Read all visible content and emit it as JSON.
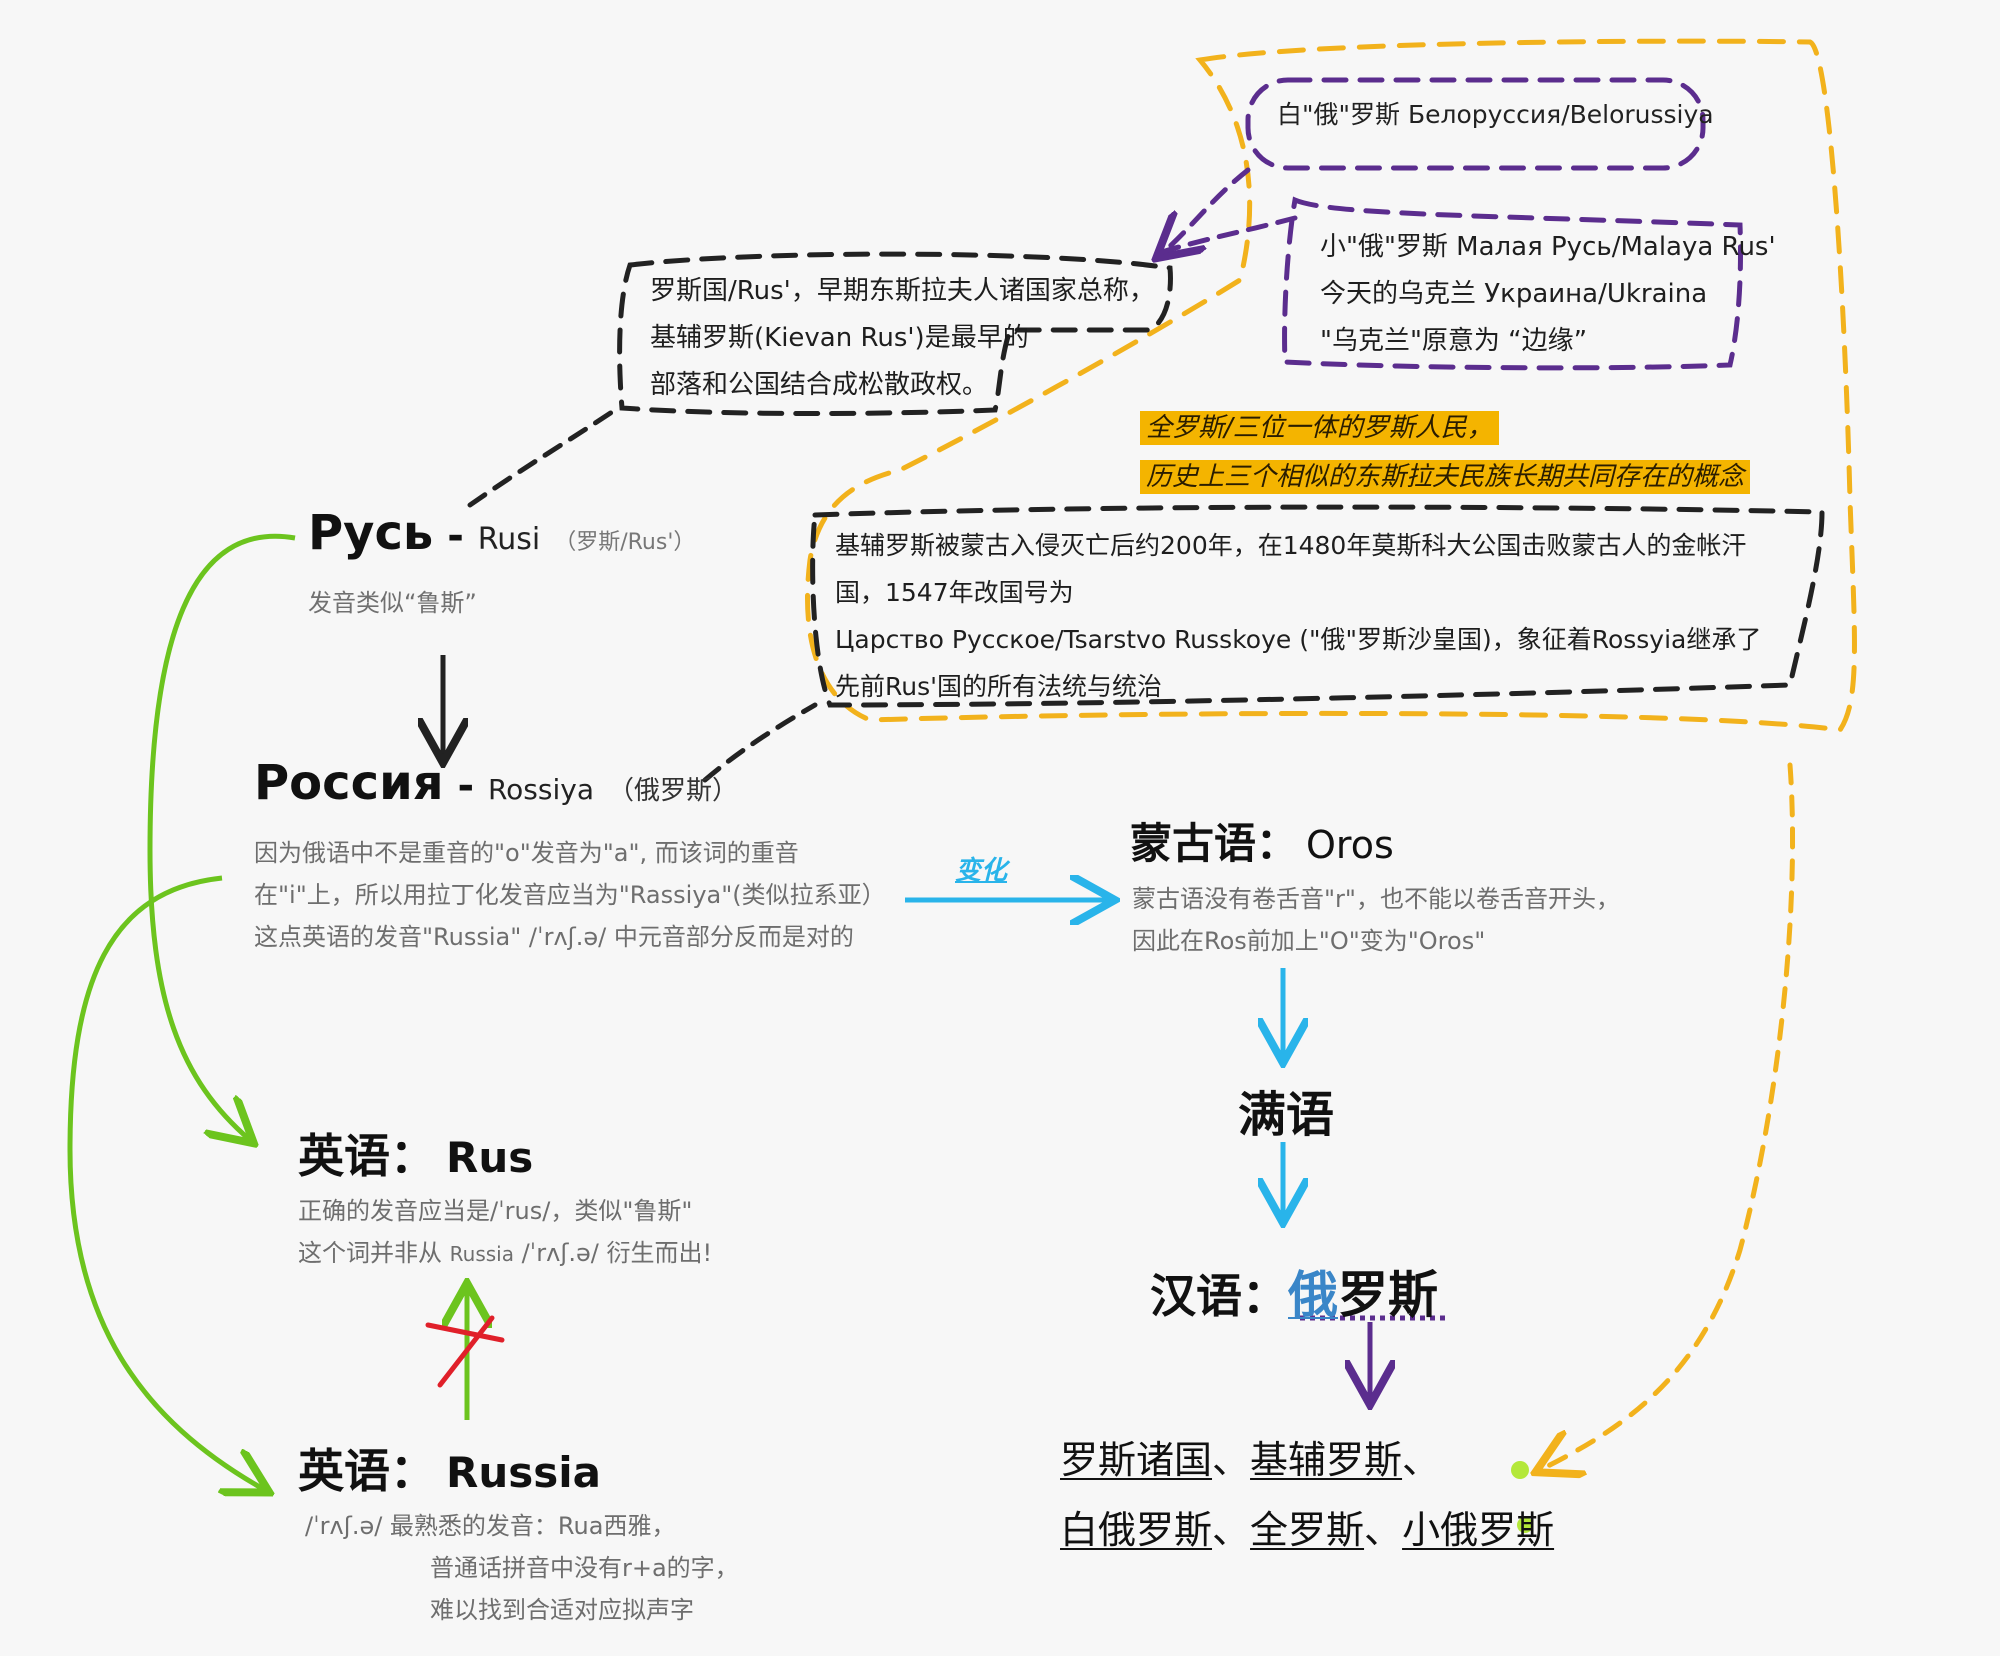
{
  "rus": {
    "title": "Русь",
    "dash": " - ",
    "translit": "Rusi",
    "paren": "（罗斯/Rus'）",
    "note": "发音类似“鲁斯”"
  },
  "rossiya": {
    "title": "Россия",
    "dash": " - ",
    "translit": "Rossiya",
    "paren": "（俄罗斯）",
    "lines": [
      "因为俄语中不是重音的\"o\"发音为\"a\", 而该词的重音",
      "在\"i\"上，所以用拉丁化发音应当为\"Rassiya\"(类似拉系亚）",
      "这点英语的发音\"Russia\" /ˈrʌʃ.ə/ 中元音部分反而是对的"
    ]
  },
  "kievan_box": {
    "lines": [
      "罗斯国/Rus'，早期东斯拉夫人诸国家总称，",
      "基辅罗斯(Kievan Rus')是最早的",
      "部落和公国结合成松散政权。"
    ]
  },
  "belarus_box": {
    "text": "白\"俄\"罗斯 Белоруссия/Belorussiya"
  },
  "ukraine_box": {
    "lines": [
      "小\"俄\"罗斯 Малая Русь/Malaya Rus'",
      "今天的乌克兰 Украина/Ukraina",
      "\"乌克兰\"原意为 “边缘”"
    ]
  },
  "all_russia": {
    "lines": [
      "全罗斯/三位一体的罗斯人民，",
      "历史上三个相似的东斯拉夫民族长期共同存在的概念"
    ]
  },
  "tsardom_box": {
    "lines": [
      "基辅罗斯被蒙古入侵灭亡后约200年，在1480年莫斯科大公国击败蒙古人的金帐汗",
      "国，1547年改国号为",
      "Царство Русское/Tsarstvo Russkoye (\"俄\"罗斯沙皇国)，象征着Rossyia继承了",
      "先前Rus'国的所有法统与统治"
    ]
  },
  "change_label": "变化",
  "mongolian": {
    "title": "蒙古语：",
    "word": "Oros",
    "lines": [
      "蒙古语没有卷舌音\"r\"，也不能以卷舌音开头，",
      "因此在Ros前加上\"O\"变为\"Oros\""
    ]
  },
  "manchu": {
    "title": "满语"
  },
  "chinese": {
    "title": "汉语：",
    "e": "俄",
    "rest": "罗斯"
  },
  "names": {
    "line1": [
      "罗斯诸国",
      "、",
      "基辅罗斯",
      "、"
    ],
    "line2": [
      "白俄罗斯",
      "、",
      "全罗斯",
      "、",
      "小俄罗斯"
    ]
  },
  "english_rus": {
    "title": "英语：",
    "word": "Rus",
    "line1": "正确的发音应当是/ˈrus/，类似\"鲁斯\"",
    "line2a": "这个词并非从 ",
    "line2b": "Russia",
    "line2c": " /ˈrʌʃ.ə/ 衍生而出!"
  },
  "english_russia": {
    "title": "英语：",
    "word": "Russia",
    "lines": [
      "/ˈrʌʃ.ə/ 最熟悉的发音：Rua西雅，",
      "普通话拼音中没有r+a的字，",
      "难以找到合适对应拟声字"
    ]
  },
  "colors": {
    "black_dash": "#222222",
    "purple": "#5b2d8e",
    "yellow": "#f2b21c",
    "highlight": "#f4b400",
    "green": "#6cc41e",
    "blue": "#29b4ea",
    "red": "#e0202a"
  }
}
